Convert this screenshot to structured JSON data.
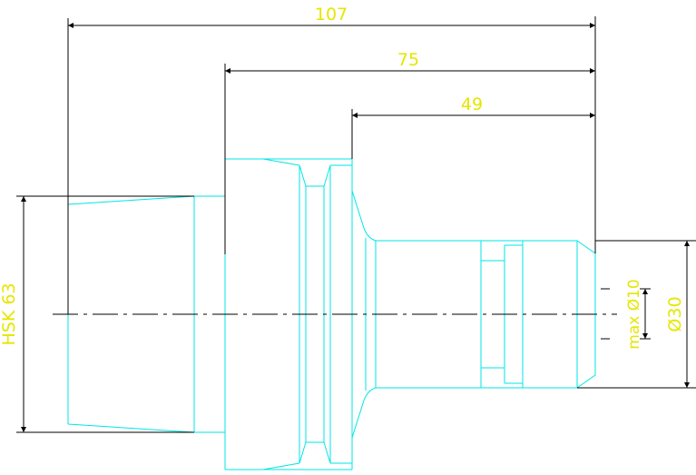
{
  "drawing": {
    "colors": {
      "outline": "#00e5e5",
      "dimension": "#000000",
      "text": "#e6e600",
      "centerline": "#000000"
    },
    "dimensions": {
      "total_length": "107",
      "mid_length": "75",
      "shank_length": "49",
      "hsk": "HSK 63",
      "diameter": "Ø30",
      "max_bore": "max Ø10"
    }
  }
}
